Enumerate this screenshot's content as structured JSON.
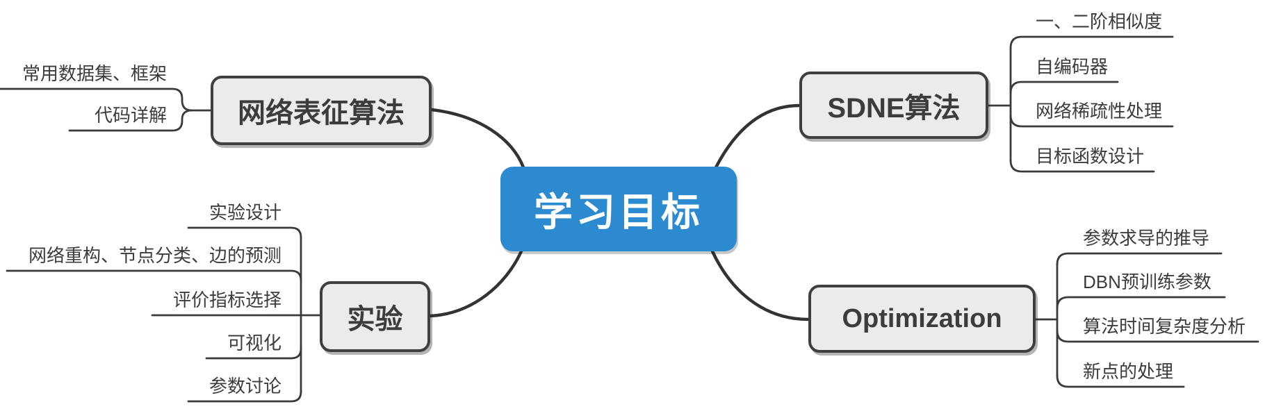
{
  "diagram_type": "mindmap",
  "colors": {
    "root_fill": "#2b8ad0",
    "root_text": "#ffffff",
    "branch_fill": "#ebebeb",
    "branch_border": "#3f3f3f",
    "line": "#333333",
    "text": "#3c3c3c",
    "background": "#ffffff"
  },
  "root": {
    "label": "学习目标"
  },
  "branches": [
    {
      "label": "网络表征算法",
      "children": [
        "常用数据集、框架",
        "代码详解"
      ]
    },
    {
      "label": "实验",
      "children": [
        "实验设计",
        "网络重构、节点分类、边的预测",
        "评价指标选择",
        "可视化",
        "参数讨论"
      ]
    },
    {
      "label": "SDNE算法",
      "children": [
        "一、二阶相似度",
        "自编码器",
        "网络稀疏性处理",
        "目标函数设计"
      ]
    },
    {
      "label": "Optimization",
      "children": [
        "参数求导的推导",
        "DBN预训练参数",
        "算法时间复杂度分析",
        "新点的处理"
      ]
    }
  ]
}
